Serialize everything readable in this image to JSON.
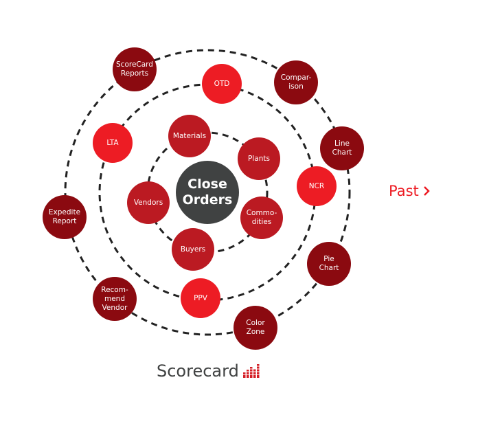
{
  "center": {
    "label": "Close\nOrders"
  },
  "inner": [
    {
      "label": "Materials"
    },
    {
      "label": "Plants"
    },
    {
      "label": "Commo-\ndities"
    },
    {
      "label": "Buyers"
    },
    {
      "label": "Vendors"
    }
  ],
  "middle": [
    {
      "label": "OTD"
    },
    {
      "label": "NCR"
    },
    {
      "label": "PPV"
    },
    {
      "label": "LTA"
    }
  ],
  "outer": [
    {
      "label": "ScoreCard\nReports"
    },
    {
      "label": "Compar-\nison"
    },
    {
      "label": "Line\nChart"
    },
    {
      "label": "Pie\nChart"
    },
    {
      "label": "Color\nZone"
    },
    {
      "label": "Recom-\nmend\nVendor"
    },
    {
      "label": "Expedite\nReport"
    }
  ],
  "nav": {
    "past_label": "Past",
    "past_icon": "chevron-right-icon"
  },
  "brand": {
    "label": "Scorecard",
    "icon": "bar-chart-icon"
  },
  "colors": {
    "inner": "#bb1a22",
    "middle": "#ed1c24",
    "outer": "#8b0a10",
    "center": "#404242"
  }
}
